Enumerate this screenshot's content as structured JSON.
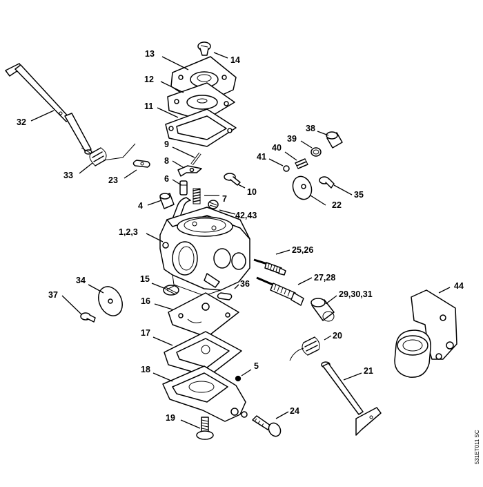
{
  "diagram": {
    "labels": {
      "l13": "13",
      "l14": "14",
      "l12": "12",
      "l11": "11",
      "l32": "32",
      "l9": "9",
      "l8": "8",
      "l33": "33",
      "l23": "23",
      "l6": "6",
      "l10": "10",
      "l4": "4",
      "l7": "7",
      "l42": "42,43",
      "l123": "1,2,3",
      "l38": "38",
      "l39": "39",
      "l40": "40",
      "l41": "41",
      "l35": "35",
      "l22": "22",
      "l2526": "25,26",
      "l2728": "27,28",
      "l293031": "29,30,31",
      "l34": "34",
      "l15": "15",
      "l36": "36",
      "l37": "37",
      "l16": "16",
      "l44": "44",
      "l17": "17",
      "l20": "20",
      "l5": "5",
      "l18": "18",
      "l21": "21",
      "l19": "19",
      "l24": "24"
    },
    "drawing_code": "531ET011 SC"
  }
}
